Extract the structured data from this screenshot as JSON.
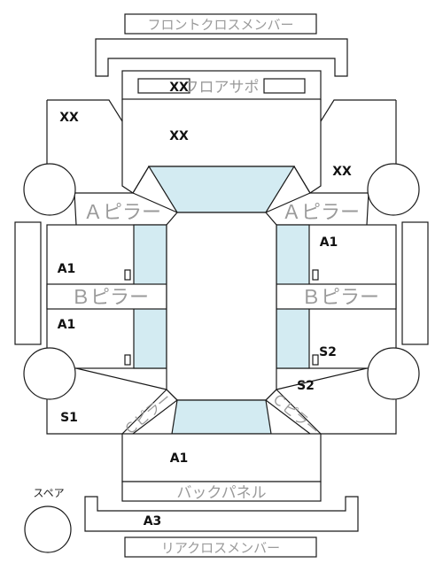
{
  "labels": {
    "front_cross_member": "フロントクロスメンバー",
    "floor_support": "フロアサポ",
    "a_pillar": "Ａピラー",
    "b_pillar": "Ｂピラー",
    "c_pillar": "Ｃピラー",
    "back_panel": "バックパネル",
    "rear_cross_member": "リアクロスメンバー",
    "spare": "スペア"
  },
  "codes": {
    "floor_support": "XX",
    "front_center": "XX",
    "front_left": "XX",
    "front_right": "XX",
    "left_upper": "A1",
    "left_lower": "A1",
    "right_upper": "A1",
    "right_lower": "S2",
    "right_rear": "S2",
    "left_rear": "S1",
    "rear_center": "A1",
    "rear_member": "A3"
  },
  "colors": {
    "glass": "#d3ebf2",
    "line": "#1a1a1a",
    "label": "#9a9a9a"
  }
}
